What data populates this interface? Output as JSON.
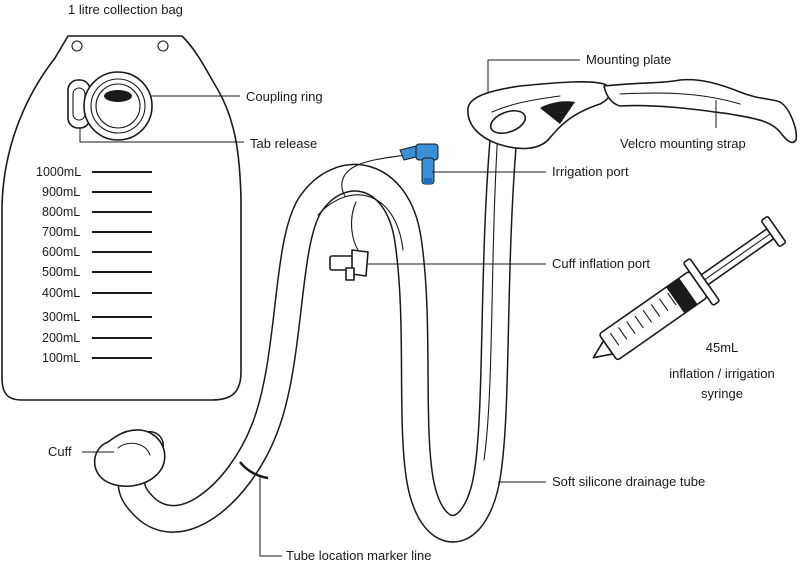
{
  "labels": {
    "bag": "1 litre collection bag",
    "coupling_ring": "Coupling ring",
    "tab_release": "Tab release",
    "mounting_plate": "Mounting plate",
    "velcro_strap": "Velcro mounting strap",
    "irrigation_port": "Irrigation port",
    "cuff_inflation_port": "Cuff inflation port",
    "syringe_line1": "45mL",
    "syringe_line2": "inflation / irrigation",
    "syringe_line3": "syringe",
    "drainage_tube": "Soft silicone drainage tube",
    "cuff": "Cuff",
    "marker_line": "Tube location marker line"
  },
  "graduations": [
    "1000mL",
    "900mL",
    "800mL",
    "700mL",
    "600mL",
    "500mL",
    "400mL",
    "300mL",
    "200mL",
    "100mL"
  ],
  "colors": {
    "stroke": "#1a1a1a",
    "port_blue": "#3a8fd6",
    "port_blue_dark": "#1f6fb8"
  }
}
